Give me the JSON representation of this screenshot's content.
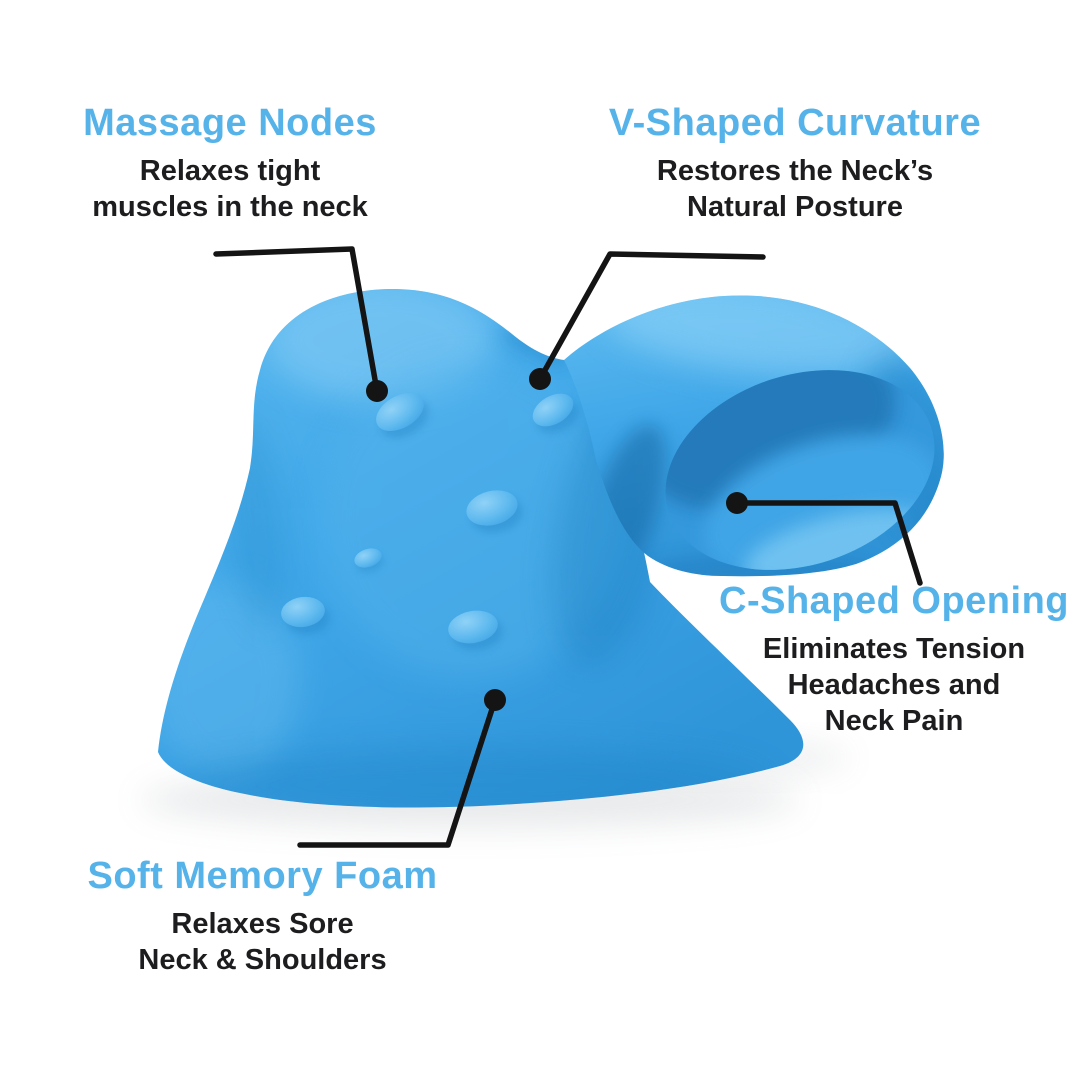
{
  "figure": {
    "type": "product-feature-infographic",
    "subject": "Blue memory-foam neck and shoulder relaxer (cervical traction pillow)",
    "colors": {
      "accent": "#55b3e9",
      "ink": "#1d1d1f",
      "line": "#141414",
      "bg": "#ffffff",
      "product-blue": "#3fa6e8",
      "product-highlight": "#85ccf5",
      "product-shadow": "#1e7fc0"
    },
    "callouts": [
      {
        "id": "massage-nodes",
        "label": "Massage Nodes",
        "description": "Relaxes tight\nmuscles in the neck"
      },
      {
        "id": "v-shaped-curvature",
        "label": "V-Shaped Curvature",
        "description": "Restores the Neck’s\nNatural Posture"
      },
      {
        "id": "c-shaped-opening",
        "label": "C-Shaped Opening",
        "description": "Eliminates Tension\nHeadaches and\nNeck Pain"
      },
      {
        "id": "soft-memory-foam",
        "label": "Soft Memory Foam",
        "description": "Relaxes Sore\nNeck & Shoulders"
      }
    ]
  }
}
